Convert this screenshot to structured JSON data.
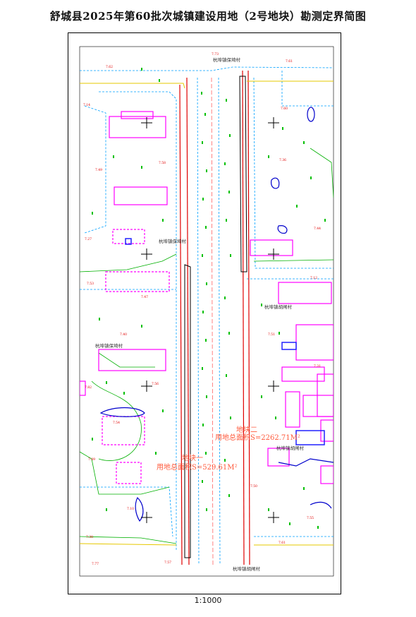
{
  "title": "舒城县2025年第60批次城镇建设用地（2号地块）勘测定界简图",
  "scale": "1:1000",
  "labels": {
    "village_top": "杭埠镇保埼村",
    "village_mid_left": "杭埠镇保埼村",
    "village_left": "杭埠镇保埼村",
    "village_right_upper": "杭埠镇胡闸村",
    "village_right_lower": "杭埠镇胡闸村",
    "village_bottom": "杭埠镇胡闸村",
    "parcel2_name": "地块二",
    "parcel2_area": "用地总面积S=2262.71M²",
    "parcel1_name": "地块一",
    "parcel1_area": "用地总面积S=529.61M²"
  },
  "colors": {
    "road": "#e00000",
    "boundary": "#00a0ff",
    "vegetation": "#00b000",
    "building": "#ff00ff",
    "water": "#0000cc",
    "parcel_label": "#ff5a3c",
    "building_blue": "#2020ff"
  },
  "elevations": [
    "7.73",
    "7.61",
    "7.62",
    "7.14",
    "7.60",
    "7.58",
    "7.49",
    "7.36",
    "7.27",
    "7.44",
    "7.53",
    "7.12",
    "7.47",
    "7.51",
    "7.40",
    "7.82",
    "7.54",
    "7.09",
    "7.10",
    "7.50",
    "7.55",
    "7.38",
    "7.61",
    "7.57",
    "7.77",
    "7.31",
    "7.56"
  ]
}
